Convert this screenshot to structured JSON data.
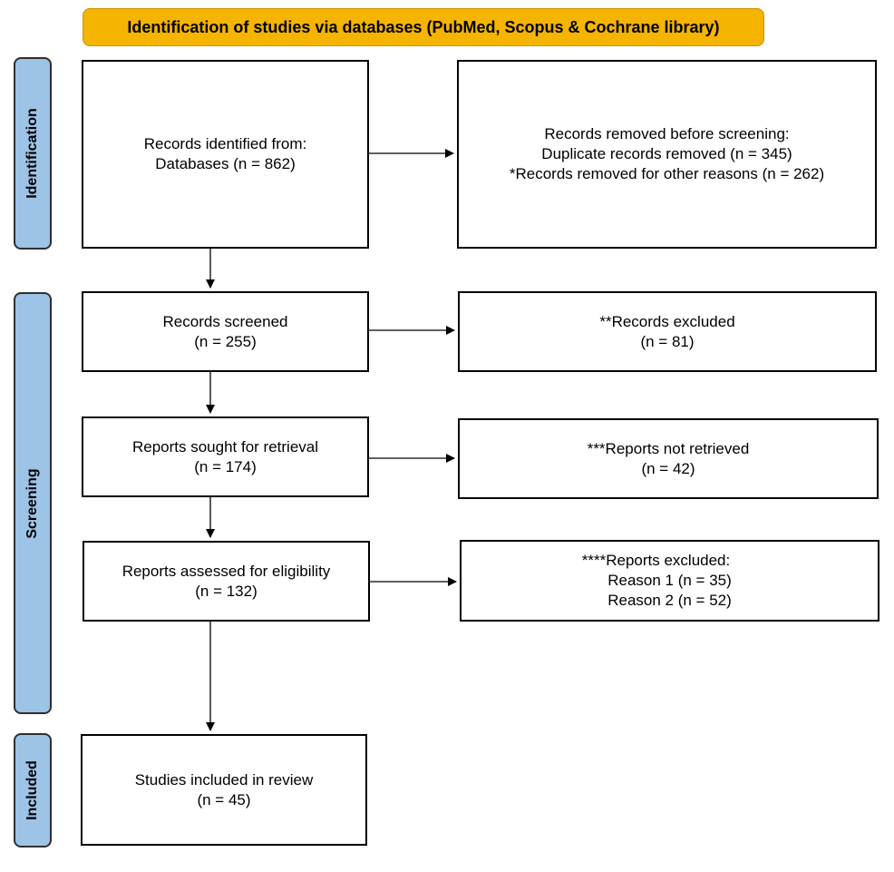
{
  "header": {
    "title": "Identification of studies via databases (PubMed, Scopus & Cochrane library)"
  },
  "phases": {
    "identification": "Identification",
    "screening": "Screening",
    "included": "Included"
  },
  "boxes": {
    "records_identified": {
      "line1": "Records identified from:",
      "line2": "Databases (n = 862)"
    },
    "records_removed": {
      "line1": "Records removed before screening:",
      "line2": "Duplicate records removed (n = 345)",
      "line3": "*Records removed for other reasons (n = 262)"
    },
    "records_screened": {
      "line1": "Records screened",
      "line2": "(n = 255)"
    },
    "records_excluded": {
      "line1": "**Records excluded",
      "line2": "(n = 81)"
    },
    "reports_sought": {
      "line1": "Reports sought for retrieval",
      "line2": "(n = 174)"
    },
    "reports_not_retrieved": {
      "line1": "***Reports not retrieved",
      "line2": "(n = 42)"
    },
    "reports_assessed": {
      "line1": "Reports assessed for eligibility",
      "line2": "(n = 132)"
    },
    "reports_excluded": {
      "line1": "****Reports excluded:",
      "line2": "Reason 1 (n = 35)",
      "line3": "Reason 2 (n = 52)"
    },
    "studies_included": {
      "line1": "Studies included in review",
      "line2": "(n = 45)"
    }
  }
}
